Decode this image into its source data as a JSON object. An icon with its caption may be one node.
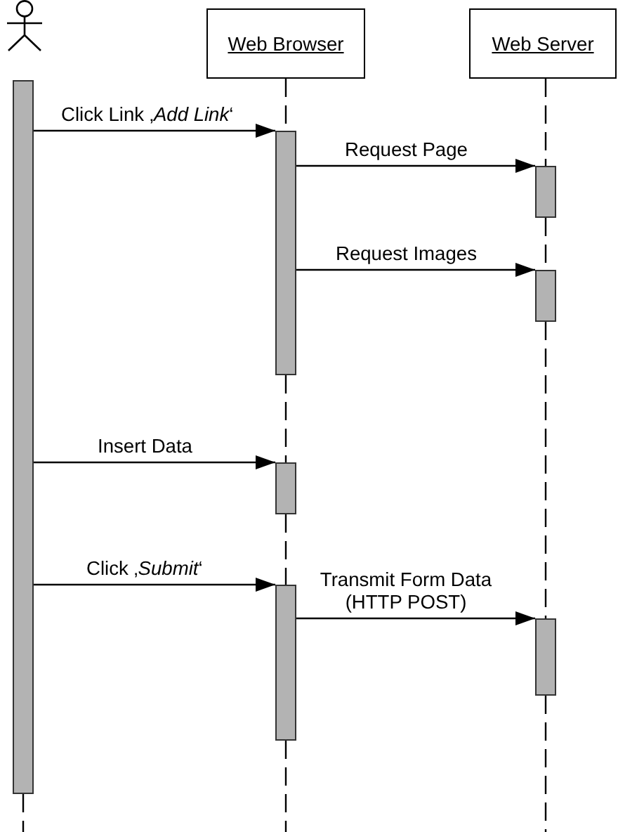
{
  "diagram": {
    "nodes": [
      {
        "text": [],
        "shape": "person"
      },
      {
        "text": [
          "Web Browser"
        ]
      },
      {
        "text": [
          "Web Server"
        ]
      },
      {
        "text": [],
        "shape": "bar"
      },
      {
        "text": [],
        "shape": "bar"
      },
      {
        "text": [],
        "shape": "bar"
      },
      {
        "text": [],
        "shape": "bar"
      },
      {
        "text": [],
        "shape": "bar"
      },
      {
        "text": [],
        "shape": "bar"
      },
      {
        "text": [],
        "shape": "bar"
      }
    ],
    "edges": [
      {
        "from": 3,
        "to": 4,
        "arrow": "to",
        "label": "Click Link ‚*Add Link*‘"
      },
      {
        "from": 4,
        "to": 5,
        "arrow": "to",
        "label": "Request Page"
      },
      {
        "from": 4,
        "to": 6,
        "arrow": "to",
        "label": "Request Images"
      },
      {
        "from": 3,
        "to": 7,
        "arrow": "to",
        "label": "Insert Data"
      },
      {
        "from": 3,
        "to": 8,
        "arrow": "to",
        "label": "Click ‚*Submit*‘"
      },
      {
        "from": 8,
        "to": 9,
        "arrow": "to",
        "label": "Transmit Form Data (HTTP POST)"
      },
      {
        "from": 1,
        "to": 4,
        "arrow": "none",
        "style": "dashed"
      },
      {
        "from": 4,
        "to": 7,
        "arrow": "none",
        "style": "dashed"
      },
      {
        "from": 7,
        "to": 8,
        "arrow": "none",
        "style": "dashed"
      },
      {
        "from": 8,
        "to": null,
        "arrow": "none",
        "style": "dashed"
      },
      {
        "from": 2,
        "to": 5,
        "arrow": "none",
        "style": "dashed"
      },
      {
        "from": 5,
        "to": 6,
        "arrow": "none",
        "style": "dashed"
      },
      {
        "from": 6,
        "to": 9,
        "arrow": "none",
        "style": "dashed"
      },
      {
        "from": 9,
        "to": null,
        "arrow": "none",
        "style": "dashed"
      },
      {
        "from": 3,
        "to": null,
        "arrow": "none",
        "style": "dashed"
      }
    ]
  }
}
